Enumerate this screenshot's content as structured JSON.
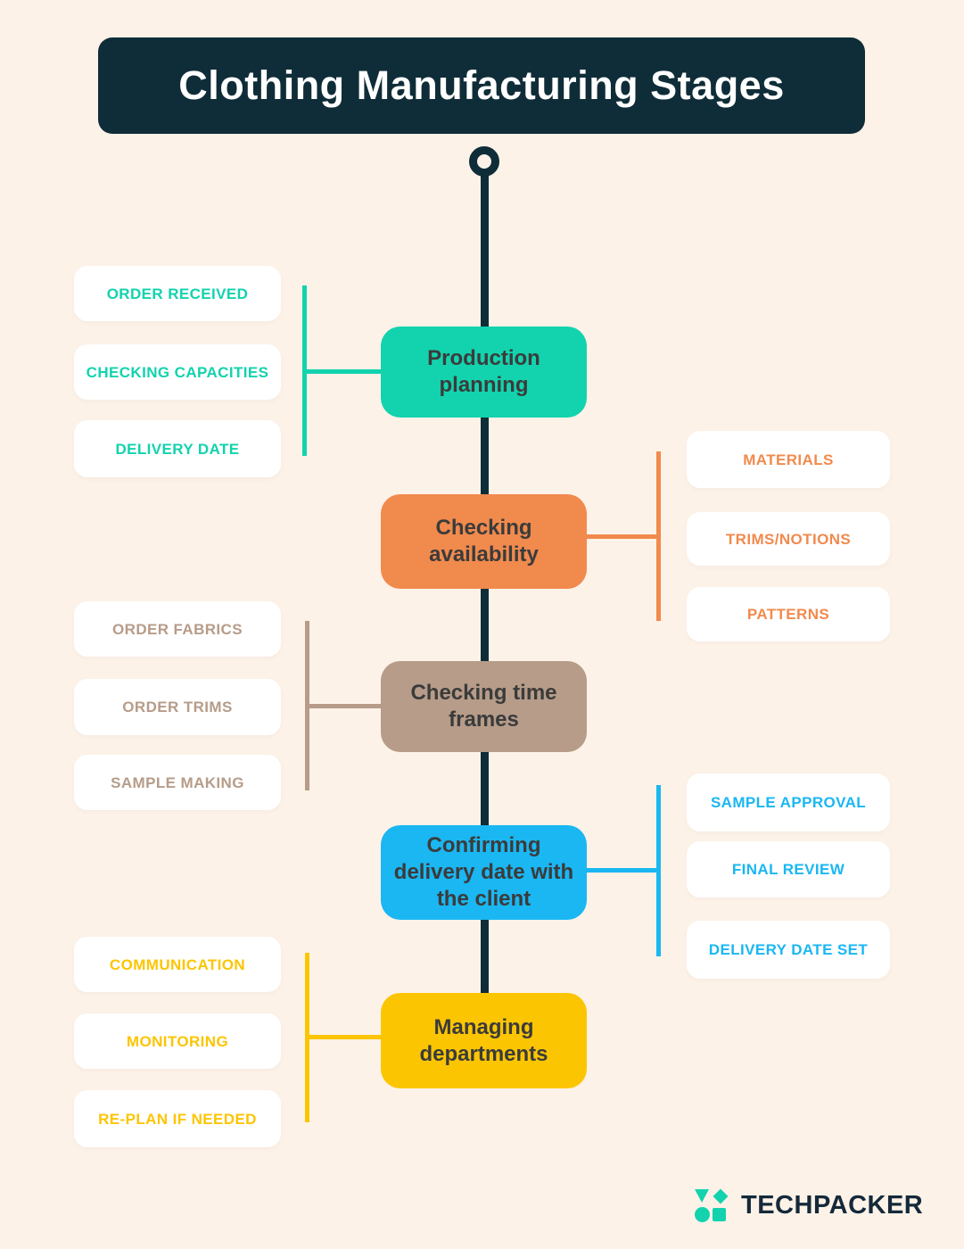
{
  "title": "Clothing Manufacturing Stages",
  "colors": {
    "background": "#fdf2e8",
    "timeline": "#0f2d38",
    "box_text": "#3b3b3b",
    "card_background": "#ffffff",
    "title_bar": "#0f2d38",
    "title_text": "#ffffff"
  },
  "stages": [
    {
      "label": "Production planning",
      "color": "#12d3ae",
      "side": "left",
      "items": [
        "ORDER RECEIVED",
        "CHECKING CAPACITIES",
        "DELIVERY DATE"
      ]
    },
    {
      "label": "Checking availability",
      "color": "#f18a4d",
      "side": "right",
      "items": [
        "MATERIALS",
        "TRIMS/NOTIONS",
        "PATTERNS"
      ]
    },
    {
      "label": "Checking time frames",
      "color": "#b69c89",
      "side": "left",
      "items": [
        "ORDER FABRICS",
        "ORDER TRIMS",
        "SAMPLE MAKING"
      ]
    },
    {
      "label": "Confirming delivery date with the client",
      "color": "#1ab7f2",
      "side": "right",
      "items": [
        "SAMPLE APPROVAL",
        "FINAL REVIEW",
        "DELIVERY DATE SET"
      ]
    },
    {
      "label": "Managing departments",
      "color": "#fcc502",
      "side": "left",
      "items": [
        "COMMUNICATION",
        "MONITORING",
        "RE-PLAN IF NEEDED"
      ]
    }
  ],
  "footer": {
    "brand": "TECHPACKER",
    "logo_color": "#12d3ae",
    "brand_text_color": "#14293a"
  }
}
